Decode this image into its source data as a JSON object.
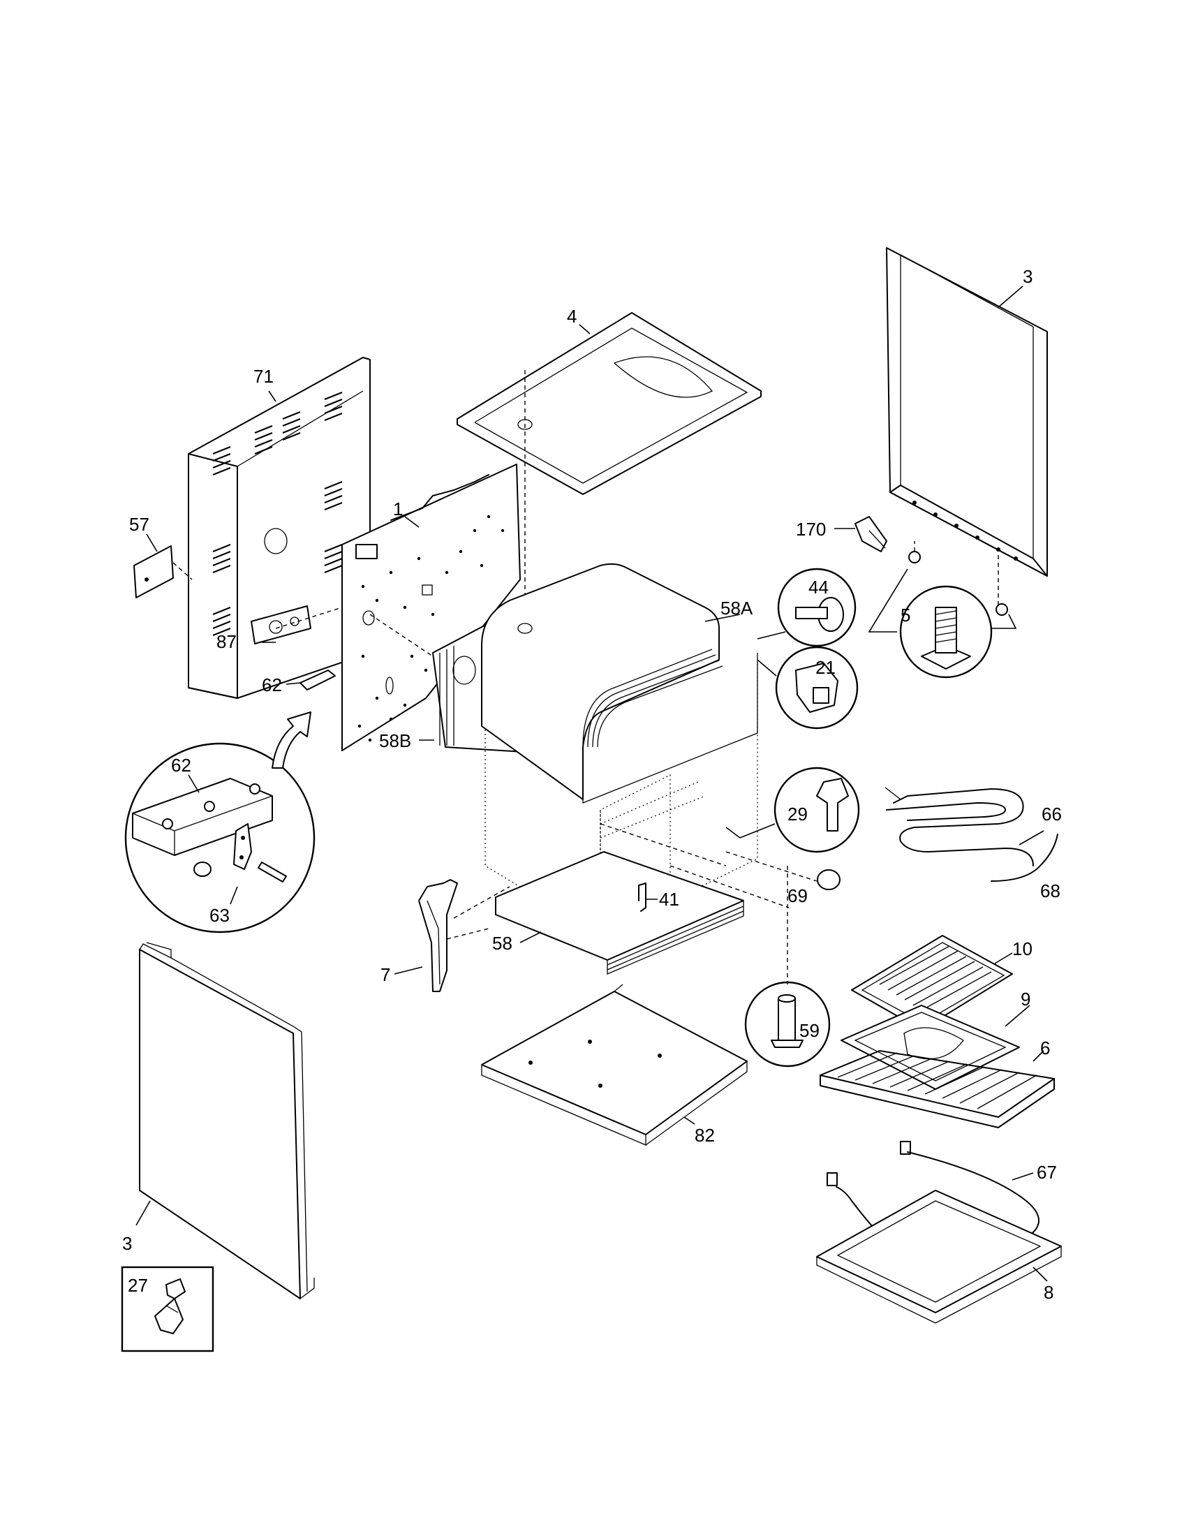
{
  "diagram": {
    "labels": {
      "p71": "71",
      "p57": "57",
      "p87": "87",
      "p62a": "62",
      "p62b": "62",
      "p63": "63",
      "p1": "1",
      "p4": "4",
      "p58a": "58A",
      "p58b": "58B",
      "p58": "58",
      "p41": "41",
      "p7": "7",
      "p82": "82",
      "p3a": "3",
      "p3b": "3",
      "p27": "27",
      "p170": "170",
      "p44": "44",
      "p5": "5",
      "p21": "21",
      "p29": "29",
      "p66": "66",
      "p68": "68",
      "p69": "69",
      "p59": "59",
      "p10": "10",
      "p9": "9",
      "p6": "6",
      "p67": "67",
      "p8": "8"
    }
  }
}
